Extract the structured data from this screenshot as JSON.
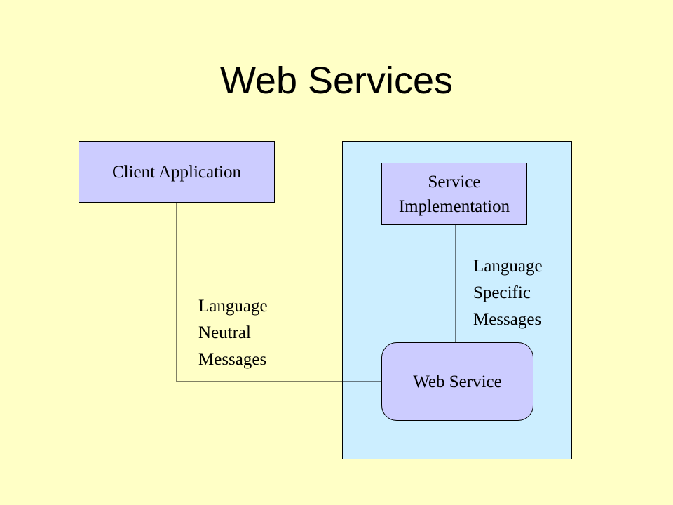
{
  "title": "Web Services",
  "nodes": {
    "client_application": "Client Application",
    "service_implementation": "Service\nImplementation",
    "web_service": "Web Service"
  },
  "edge_labels": {
    "neutral": [
      "Language",
      "Neutral",
      "Messages"
    ],
    "specific": [
      "Language",
      "Specific",
      "Messages"
    ]
  },
  "colors": {
    "background": "#ffffc6",
    "container_fill": "#cceeff",
    "node_fill": "#ccccff",
    "line": "#000000"
  }
}
